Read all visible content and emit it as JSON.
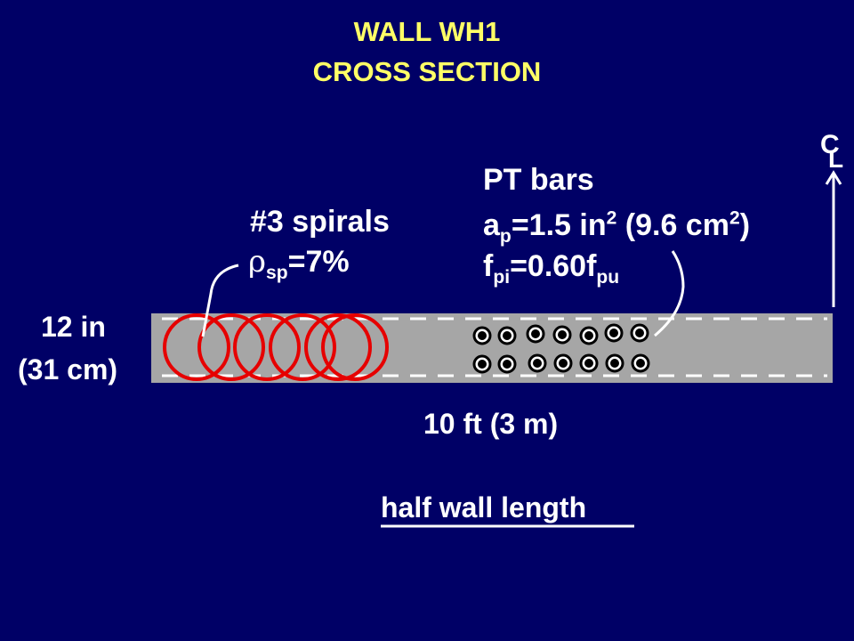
{
  "title": {
    "line1": "WALL WH1",
    "line2": "CROSS SECTION"
  },
  "centerline": {
    "c": "C",
    "l": "L"
  },
  "pt_bars": {
    "heading": "PT bars",
    "area_sym": "a",
    "area_sub": "p",
    "area_val": "=1.5 in",
    "area_sup": "2",
    "area_metric": " (9.6 cm",
    "area_metric_sup": "2",
    "area_close": ")",
    "stress_sym": "f",
    "stress_sub": "pi",
    "stress_val": "=0.60f",
    "stress_sub2": "pu"
  },
  "spirals": {
    "heading": "#3 spirals",
    "rho": "ρ",
    "rho_sub": "sp",
    "rho_val": "=7%"
  },
  "thickness": {
    "imperial": "12 in",
    "metric": "(31 cm)"
  },
  "length": "10 ft (3 m)",
  "caption": "half wall length",
  "colors": {
    "background": "#000066",
    "title": "#FFFF66",
    "text": "#FFFFFF",
    "wall": "#A6A6A6",
    "spiral": "#E60000"
  }
}
